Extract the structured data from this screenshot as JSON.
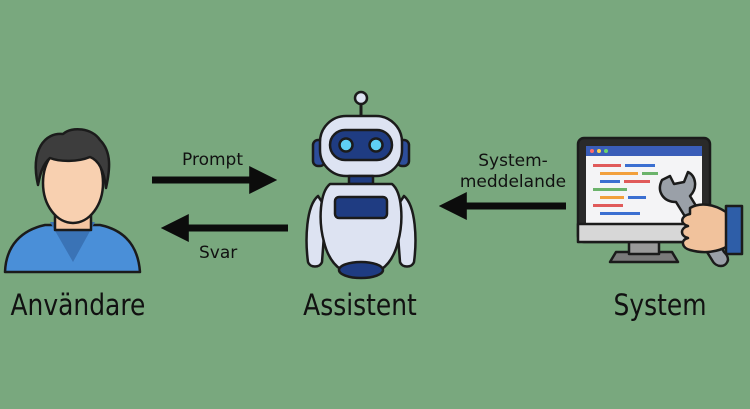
{
  "nodes": {
    "user": {
      "label": "Användare"
    },
    "assistant": {
      "label": "Assistent"
    },
    "system": {
      "label": "System"
    }
  },
  "arrows": {
    "prompt": {
      "label": "Prompt"
    },
    "answer": {
      "label": "Svar"
    },
    "system_message": {
      "label_line1": "System-",
      "label_line2": "meddelande"
    }
  },
  "colors": {
    "background": "#79a87e",
    "arrow": "#0c0c0c",
    "user_shirt": "#4a8fd8",
    "robot_body": "#dde3f2",
    "robot_accent": "#1f3c82",
    "robot_eyes": "#5fd0f5"
  },
  "icons": {
    "user": "user-avatar-icon",
    "assistant": "robot-icon",
    "system": "monitor-wrench-icon"
  }
}
